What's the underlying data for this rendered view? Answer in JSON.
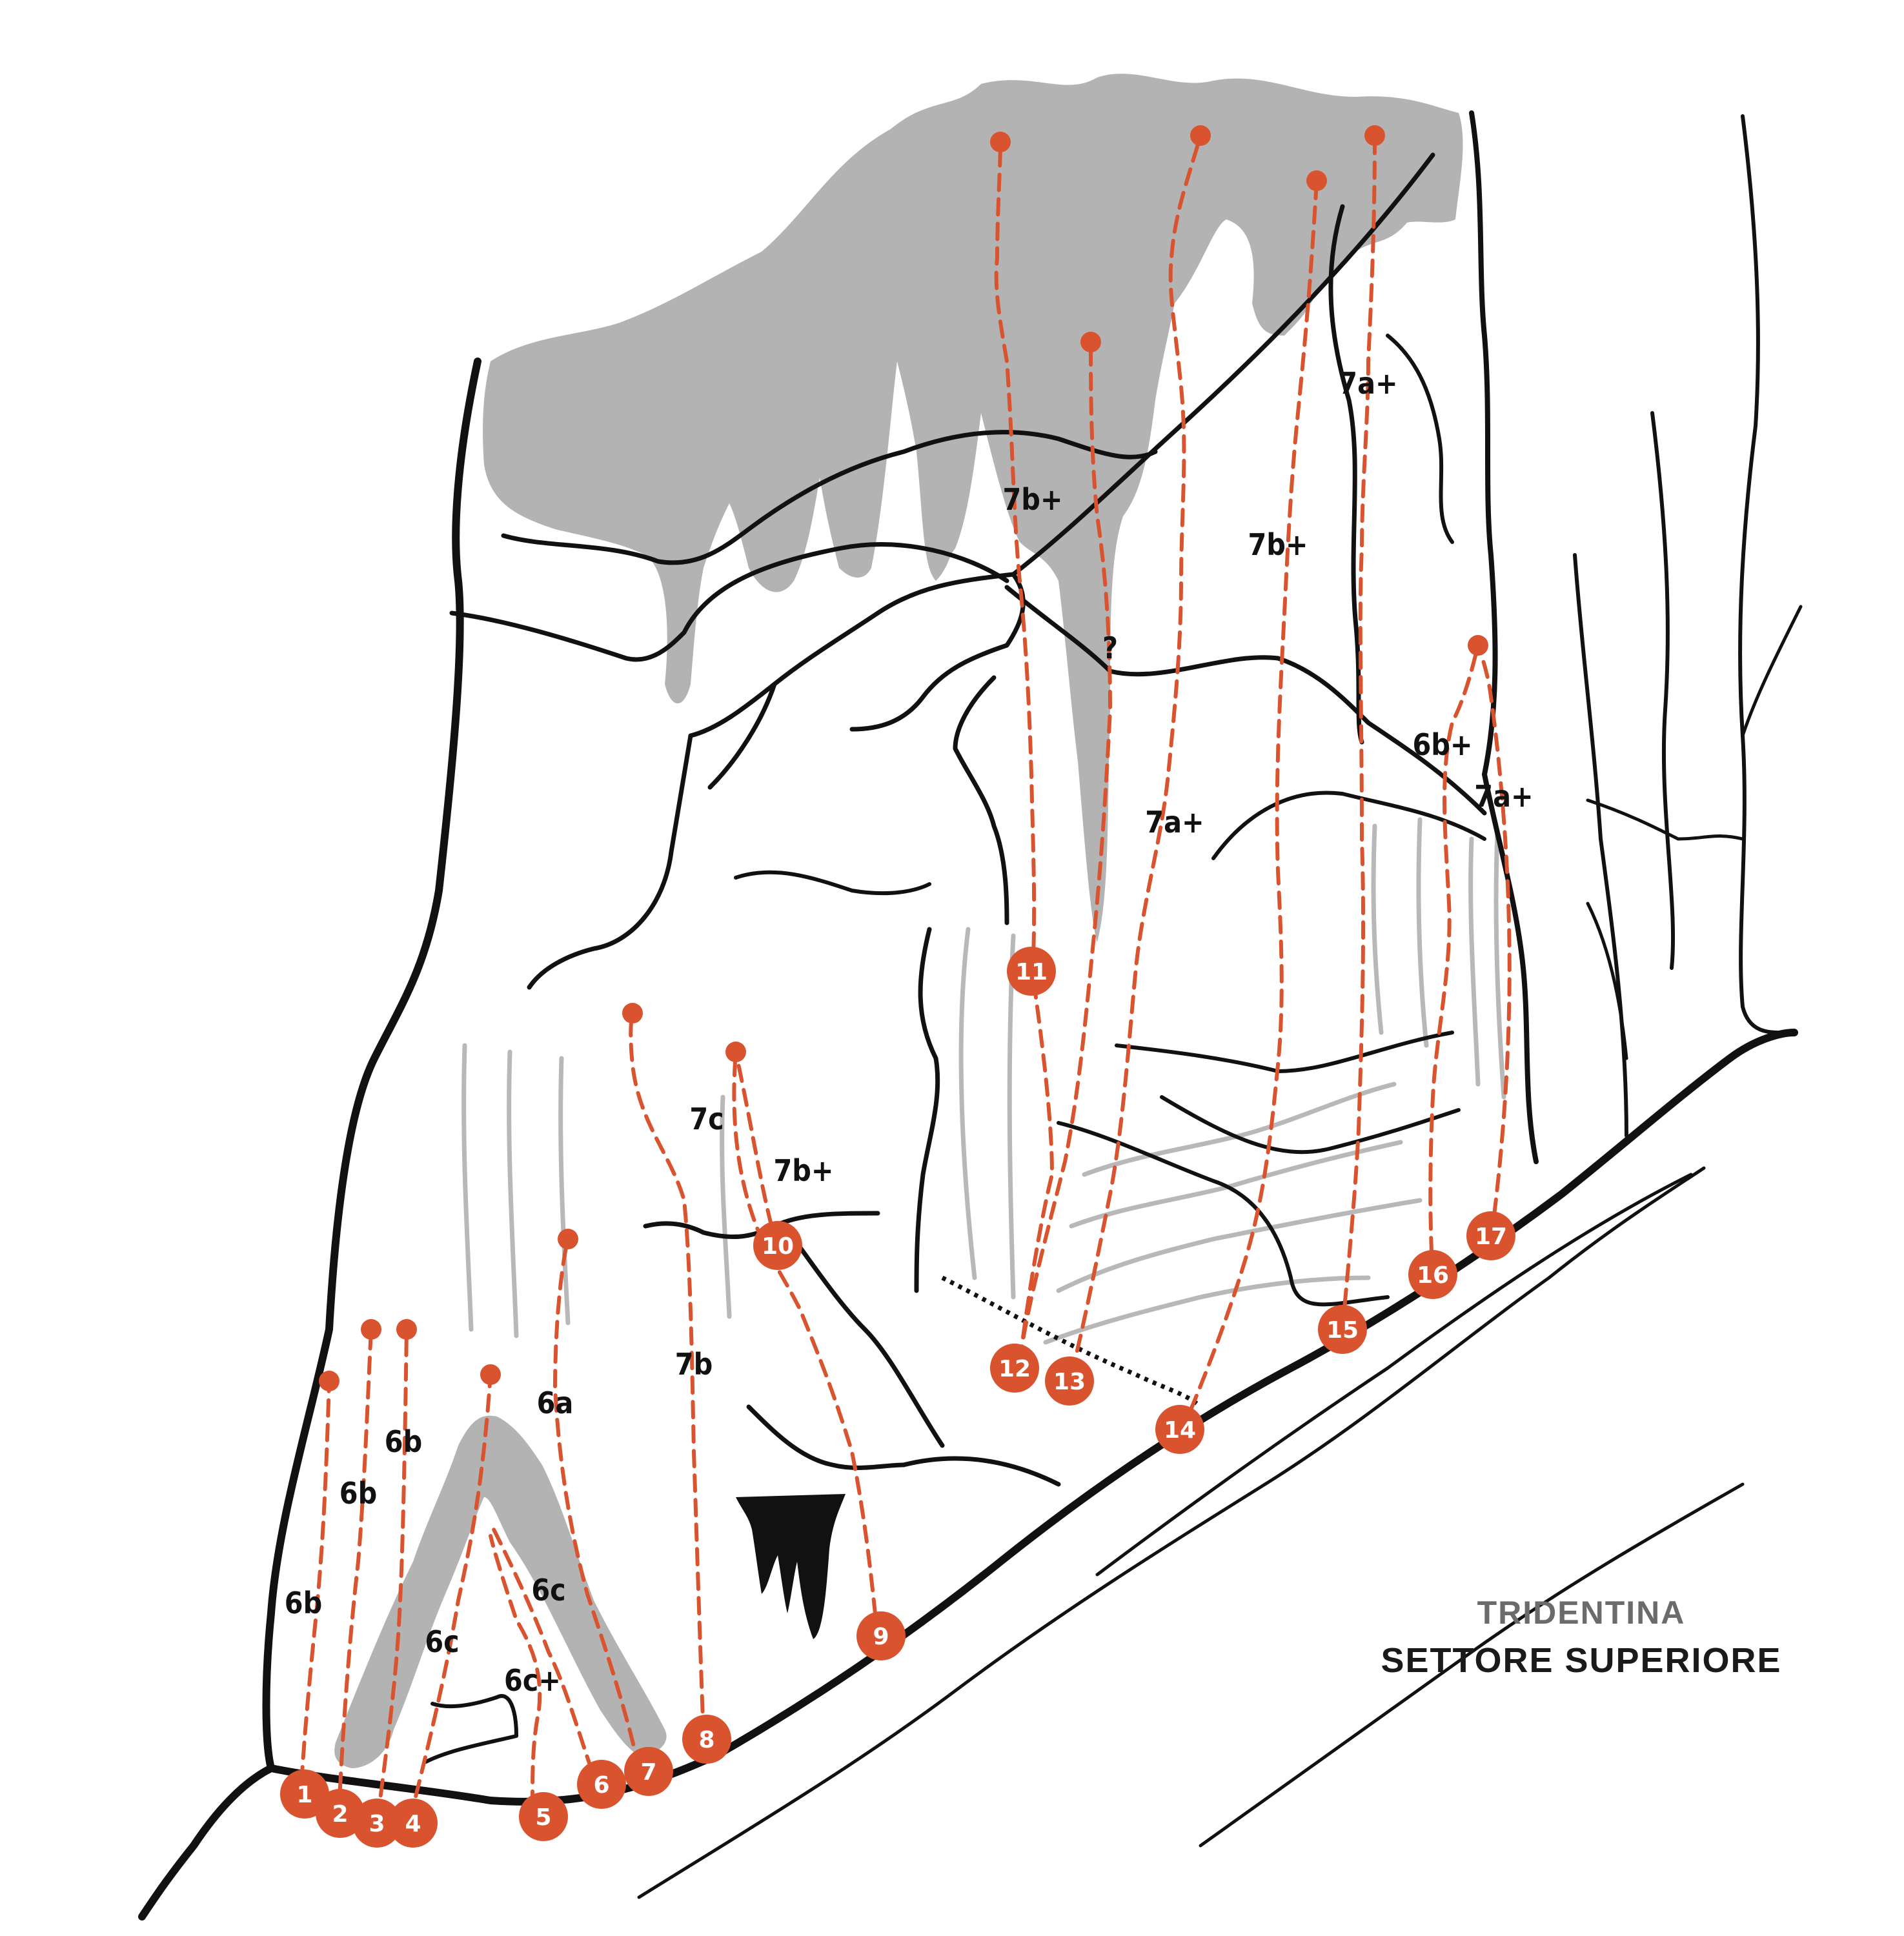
{
  "title_line1": "TRIDENTINA",
  "title_line2": "SETTORE SUPERIORE",
  "colors": {
    "route": "#d9532f",
    "rock_line": "#111111",
    "overhang": "#b3b3b3",
    "caption_grey": "#6b6b6b"
  },
  "route_numbers": [
    "1",
    "2",
    "3",
    "4",
    "5",
    "6",
    "7",
    "8",
    "9",
    "10",
    "11",
    "12",
    "13",
    "14",
    "15",
    "16",
    "17"
  ],
  "grades": [
    "6b",
    "6b",
    "6b",
    "6c",
    "6c+",
    "6c",
    "6a",
    "7b",
    "7c",
    "7b+",
    "7b+",
    "?",
    "7a+",
    "7b+",
    "7a+",
    "6b+",
    "7a+"
  ]
}
